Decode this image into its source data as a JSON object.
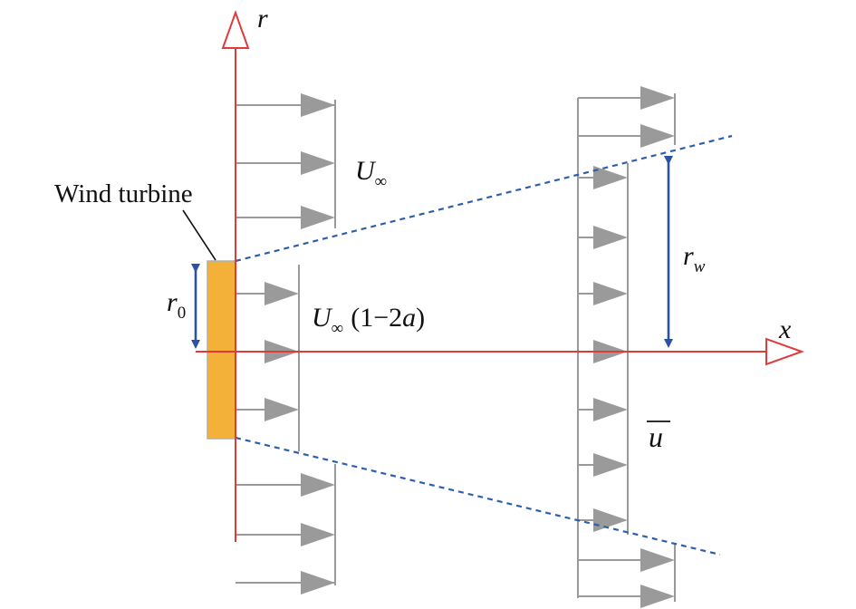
{
  "colors": {
    "axis": "#e03a3a",
    "profile": "#9a9a9a",
    "arrowhead": "#9a9a9a",
    "wake": "#2e5fae",
    "radius_arrow": "#2a52a0",
    "turbine_fill": "#f3b13a",
    "turbine_stroke": "#b0b0b0",
    "text": "#111111"
  },
  "labels": {
    "axis_r": "r",
    "axis_x": "x",
    "turbine": "Wind turbine",
    "freestream": "U",
    "freestream_sub": "∞",
    "rotor_vel_main": "U",
    "rotor_vel_sub": "∞",
    "rotor_vel_rest": "(1−2",
    "rotor_vel_a": "a",
    "rotor_vel_close": ")",
    "r0_main": "r",
    "r0_sub": "0",
    "rw_main": "r",
    "rw_sub": "w",
    "ubar": "u"
  }
}
